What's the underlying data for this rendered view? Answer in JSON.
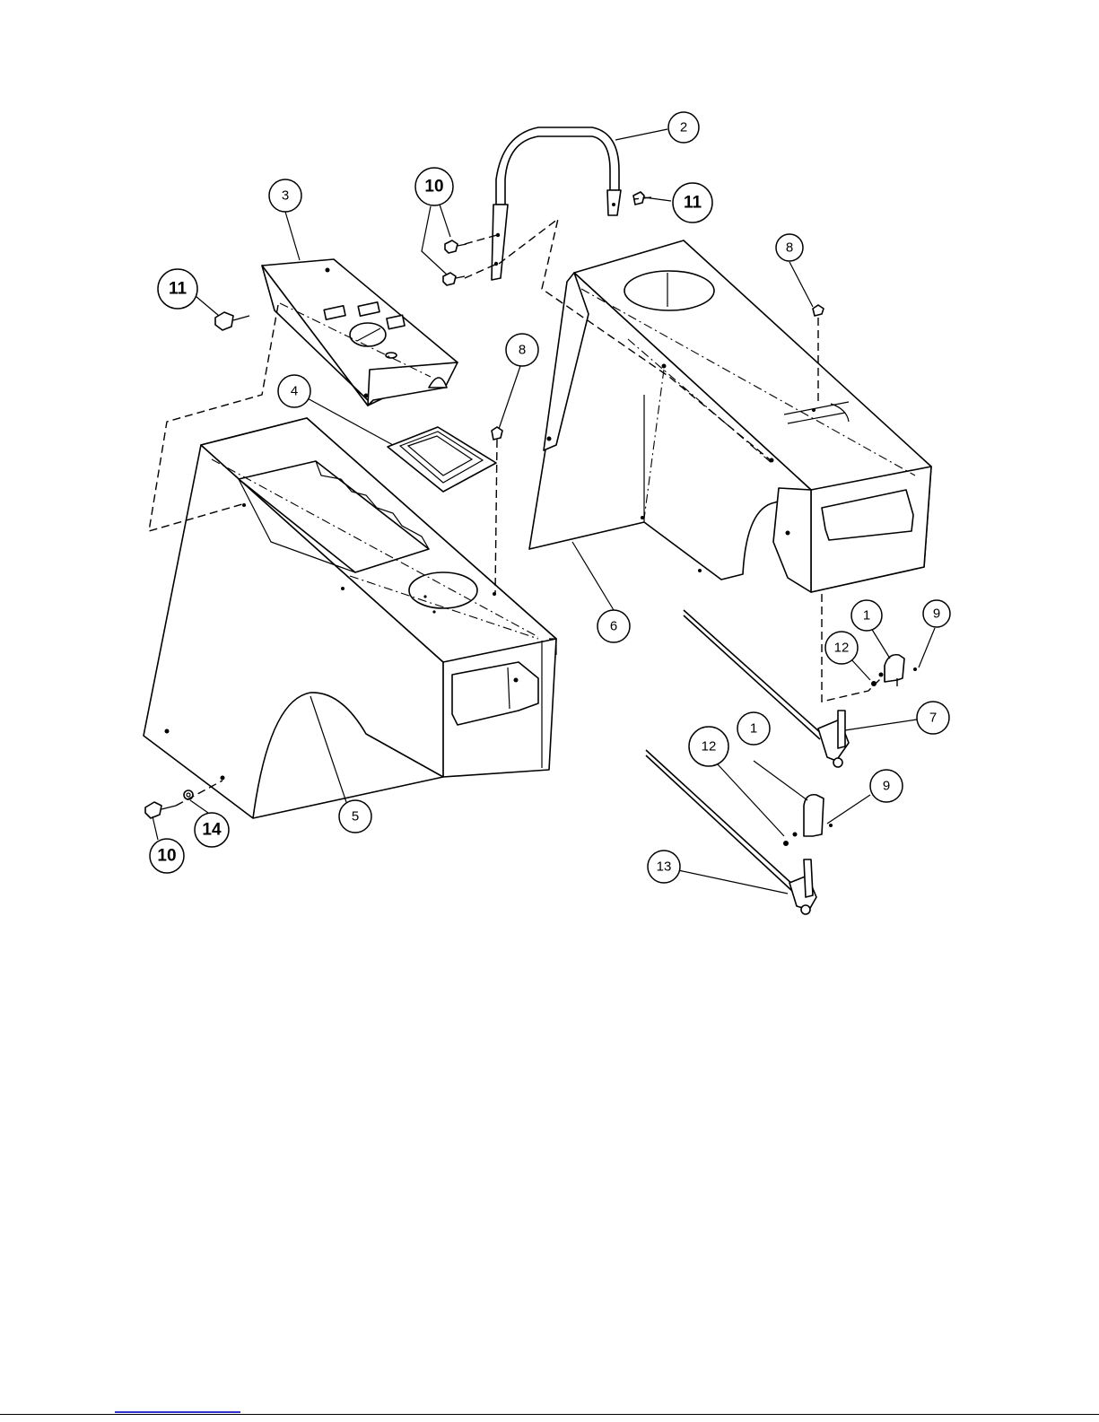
{
  "callouts": [
    {
      "id": "c1a",
      "label": "1"
    },
    {
      "id": "c1b",
      "label": "1"
    },
    {
      "id": "c2",
      "label": "2"
    },
    {
      "id": "c3",
      "label": "3"
    },
    {
      "id": "c4",
      "label": "4"
    },
    {
      "id": "c5",
      "label": "5"
    },
    {
      "id": "c6",
      "label": "6"
    },
    {
      "id": "c7",
      "label": "7"
    },
    {
      "id": "c8a",
      "label": "8"
    },
    {
      "id": "c8b",
      "label": "8"
    },
    {
      "id": "c9a",
      "label": "9"
    },
    {
      "id": "c9b",
      "label": "9"
    },
    {
      "id": "c10a",
      "label": "10"
    },
    {
      "id": "c10b",
      "label": "10"
    },
    {
      "id": "c11a",
      "label": "11"
    },
    {
      "id": "c11b",
      "label": "11"
    },
    {
      "id": "c12a",
      "label": "12"
    },
    {
      "id": "c12b",
      "label": "12"
    },
    {
      "id": "c13",
      "label": "13"
    },
    {
      "id": "c14",
      "label": "14"
    }
  ]
}
